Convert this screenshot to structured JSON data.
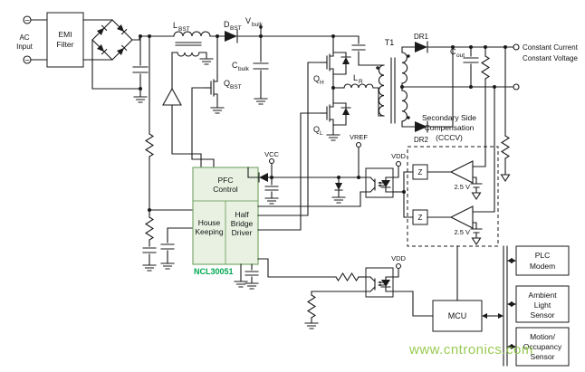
{
  "watermark": "www.cntronics.com",
  "colors": {
    "wire": "#1a1a1a",
    "ic_fill": "#e9f2e2",
    "ic_border": "#7ca86e",
    "ic_part_number": "#00a651",
    "watermark": "#8dc63f",
    "background": "#ffffff"
  },
  "source": {
    "terminal_symbol": "~",
    "label_line1": "AC",
    "label_line2": "Input"
  },
  "blocks": {
    "emi_filter": [
      "EMI",
      "Filter"
    ],
    "pfc_control": [
      "PFC",
      "Control"
    ],
    "house_keeping": [
      "House",
      "Keeping"
    ],
    "half_bridge_driver": [
      "Half",
      "Bridge",
      "Driver"
    ],
    "part_number": "NCL30051",
    "mcu": "MCU",
    "plc_modem": [
      "PLC",
      "Modem"
    ],
    "ambient_light_sensor": [
      "Ambient",
      "Light",
      "Sensor"
    ],
    "motion_occupancy_sensor": [
      "Motion/",
      "Occupancy",
      "Sensor"
    ],
    "secondary_side_compensation": [
      "Secondary Side",
      "Compensation",
      "(CCCV)"
    ]
  },
  "components": {
    "l_bst": {
      "base": "L",
      "sub": "BST"
    },
    "d_bst": {
      "base": "D",
      "sub": "BST"
    },
    "v_bulk": {
      "base": "V",
      "sub": "bulk"
    },
    "c_bulk": {
      "base": "C",
      "sub": "bulk"
    },
    "q_bst": {
      "base": "Q",
      "sub": "BST"
    },
    "q_h": {
      "base": "Q",
      "sub": "H"
    },
    "q_l": {
      "base": "Q",
      "sub": "L"
    },
    "l_r": {
      "base": "L",
      "sub": "R"
    },
    "t1": "T1",
    "dr1": "DR1",
    "dr2": "DR2",
    "c_out": {
      "base": "C",
      "sub": "out"
    },
    "zener": "Z",
    "vref_25": "2.5 V"
  },
  "rails": {
    "vcc": "VCC",
    "vref": "VREF",
    "vdd": "VDD"
  },
  "outputs": [
    "Constant Current",
    "Constant Voltage"
  ]
}
